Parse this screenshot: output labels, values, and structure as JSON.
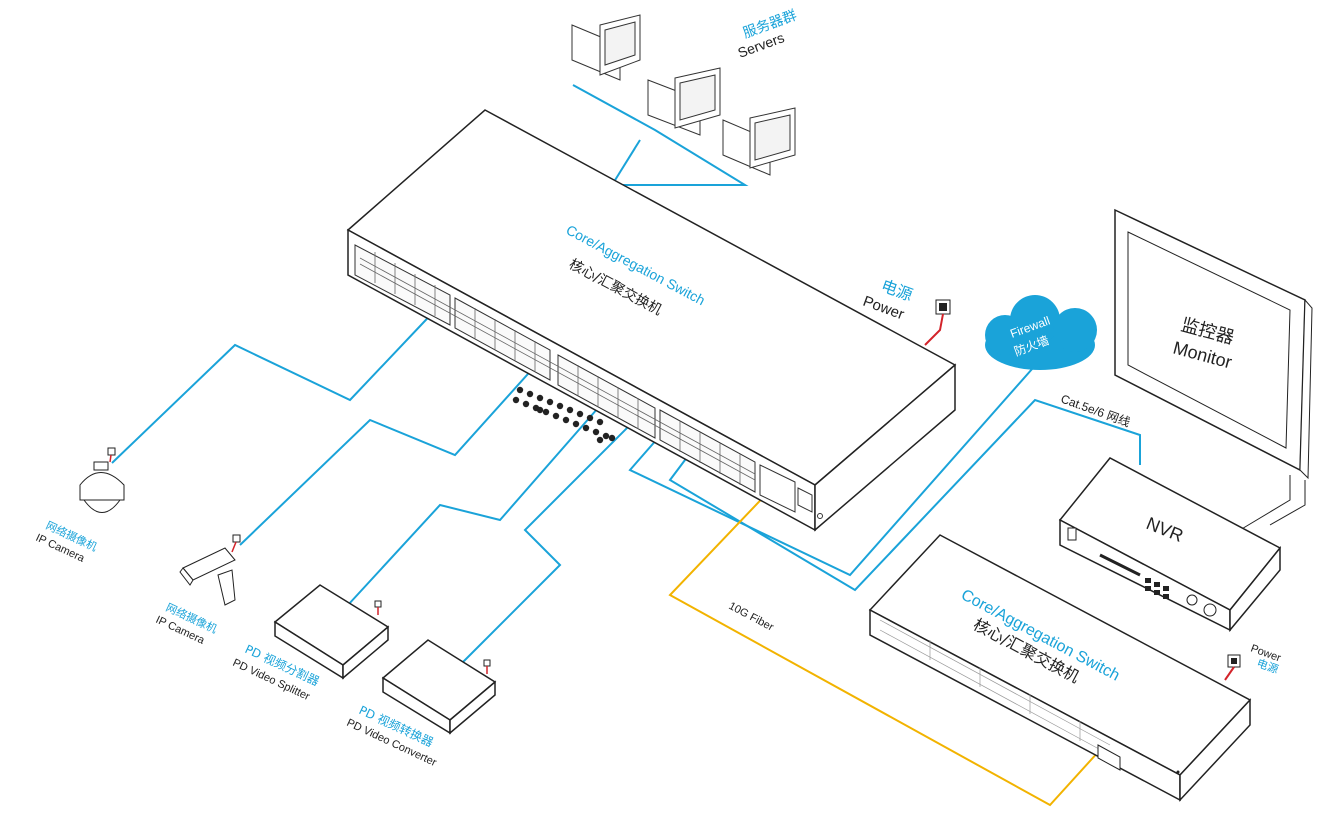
{
  "servers": {
    "cn": "服务器群",
    "en": "Servers"
  },
  "core_switch": {
    "en": "Core/Aggregation Switch",
    "cn": "核心/汇聚交换机"
  },
  "power": {
    "cn": "电源",
    "en": "Power"
  },
  "firewall": {
    "en": "Firewall",
    "cn": "防火墙"
  },
  "monitor": {
    "cn": "监控器",
    "en": "Monitor"
  },
  "cat_cable": "Cat.5e/6 网线",
  "nvr": "NVR",
  "second_switch": {
    "en": "Core/Aggregation Switch",
    "cn": "核心/汇聚交换机"
  },
  "power_small": {
    "en": "Power",
    "cn": "电源"
  },
  "fiber": "10G Fiber",
  "ip_camera_dome": {
    "cn": "网络摄像机",
    "en": "IP Camera"
  },
  "ip_camera_bullet": {
    "cn": "网络摄像机",
    "en": "IP Camera"
  },
  "pd_splitter": {
    "cn": "PD 视频分割器",
    "en": "PD Video Splitter"
  },
  "pd_converter": {
    "cn": "PD 视频转换器",
    "en": "PD Video Converter"
  },
  "colors": {
    "cable": "#1aa3d9",
    "fiber": "#f2b300",
    "power_wire": "#d3232a",
    "outline": "#222222"
  }
}
